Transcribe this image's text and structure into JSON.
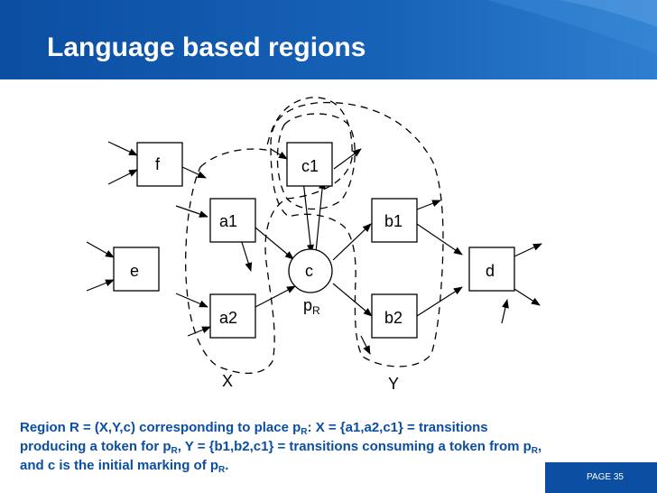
{
  "header": {
    "title": "Language based regions"
  },
  "nodes": {
    "f": "f",
    "c1": "c1",
    "a1": "a1",
    "b1": "b1",
    "e": "e",
    "c": "c",
    "d": "d",
    "a2": "a2",
    "b2": "b2"
  },
  "place_label": {
    "base": "p",
    "sub": "R"
  },
  "region_labels": {
    "x": "X",
    "y": "Y"
  },
  "caption": {
    "p1": "Region R = (X,Y,c) corresponding to place p",
    "s1": "R",
    "p2": ": X = {a1,a2,c1} = transitions producing a token for p",
    "s2": "R",
    "p3": ", Y = {b1,b2,c1} = transitions consuming a token from p",
    "s3": "R",
    "p4": ", and c is the initial marking of p",
    "s4": "R",
    "p5": "."
  },
  "footer": {
    "page": "PAGE 35"
  },
  "colors": {
    "brand_blue": "#0b4ea2",
    "header_light": "#2f7fd0"
  }
}
